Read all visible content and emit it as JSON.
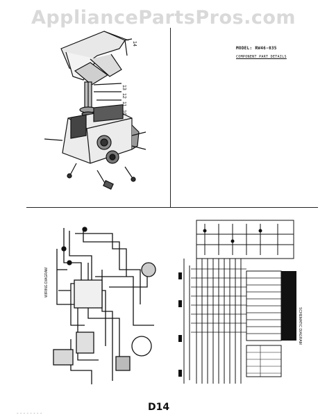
{
  "watermark": {
    "text": "AppliancePartsPros.com"
  },
  "header_block": {
    "model_line": "MODEL: RW46-035",
    "subtitle": "COMPONENT PART DETAILS"
  },
  "exploded_view": {
    "callouts": [
      "14",
      "13",
      "12",
      "11",
      "10"
    ]
  },
  "wiring_diagram": {
    "side_label": "WIRING DIAGRAM"
  },
  "schematic": {
    "side_label": "SCHEMATIC DIAGRAM"
  },
  "page_id": "D14",
  "footnote": "~ ~ ~ ~ ~ ~ ~ ~"
}
